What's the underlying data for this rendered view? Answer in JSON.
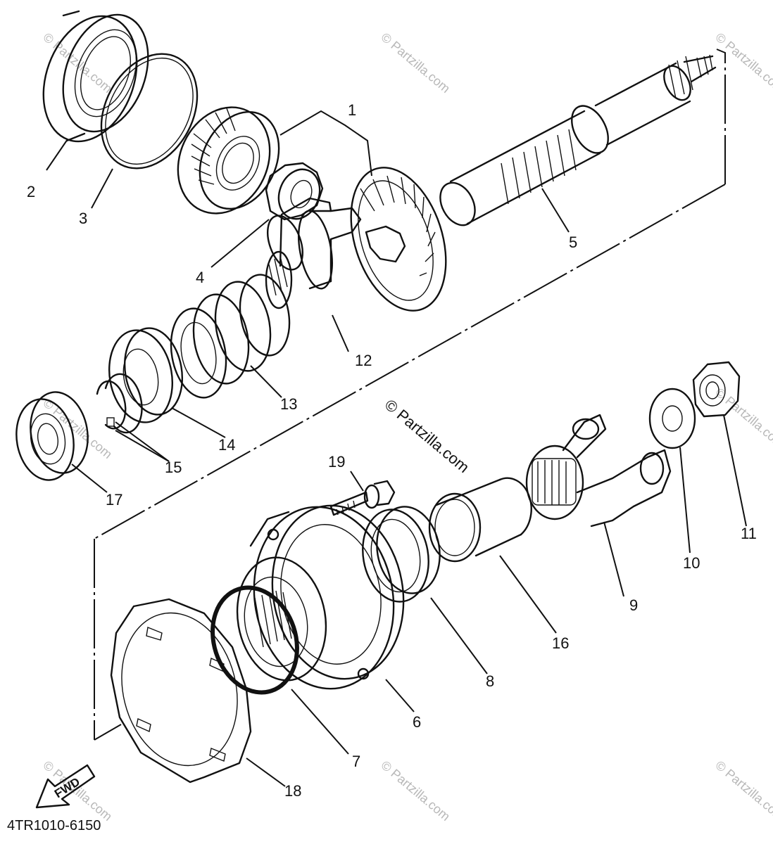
{
  "diagram": {
    "reference_code": "4TR1010-6150",
    "watermark_text": "© Partzilla.com",
    "fwd_label": "FWD",
    "callouts": [
      {
        "id": "1",
        "label": "1"
      },
      {
        "id": "2",
        "label": "2"
      },
      {
        "id": "3",
        "label": "3"
      },
      {
        "id": "4",
        "label": "4"
      },
      {
        "id": "5",
        "label": "5"
      },
      {
        "id": "6",
        "label": "6"
      },
      {
        "id": "7",
        "label": "7"
      },
      {
        "id": "8",
        "label": "8"
      },
      {
        "id": "9",
        "label": "9"
      },
      {
        "id": "10",
        "label": "10"
      },
      {
        "id": "11",
        "label": "11"
      },
      {
        "id": "12",
        "label": "12"
      },
      {
        "id": "13",
        "label": "13"
      },
      {
        "id": "14",
        "label": "14"
      },
      {
        "id": "15",
        "label": "15"
      },
      {
        "id": "16",
        "label": "16"
      },
      {
        "id": "17",
        "label": "17"
      },
      {
        "id": "18",
        "label": "18"
      },
      {
        "id": "19",
        "label": "19"
      }
    ]
  }
}
